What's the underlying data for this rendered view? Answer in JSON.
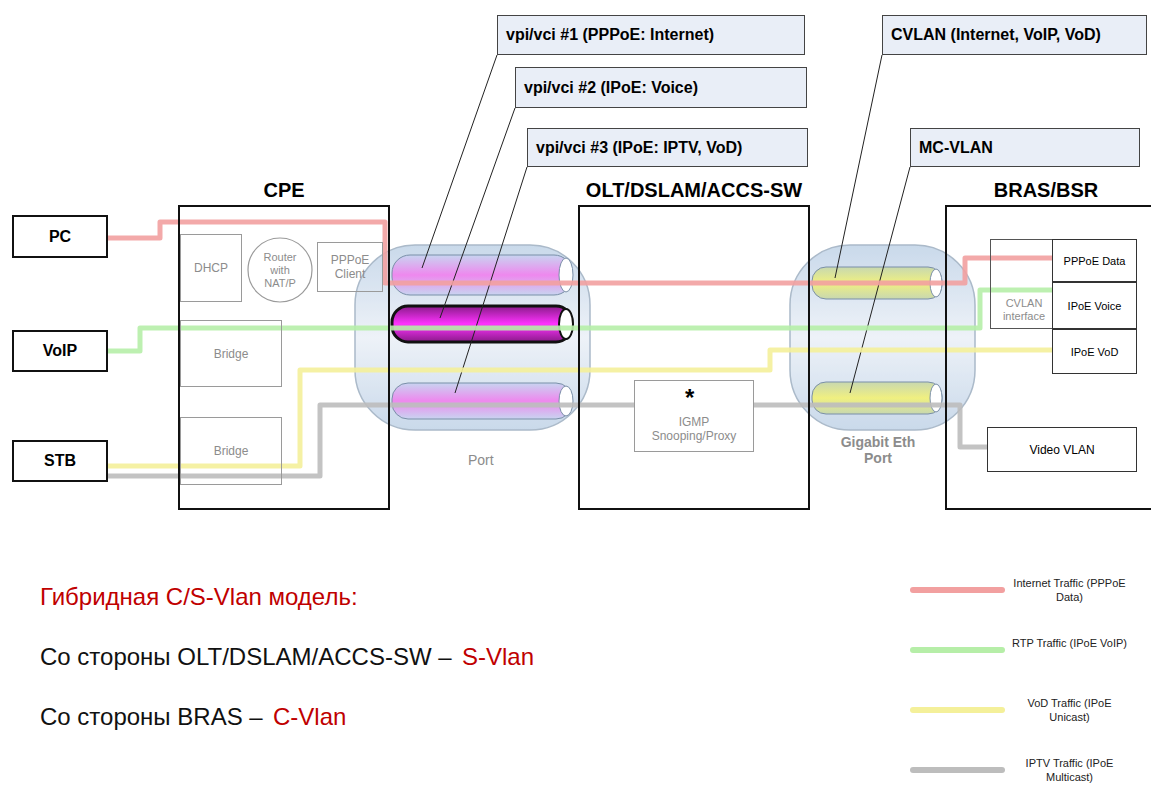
{
  "diagram": {
    "nodes": [
      {
        "text": [
          "vpi/vci #1 (PPPoE: Internet)"
        ]
      },
      {
        "text": [
          "CVLAN (Internet, VoIP, VoD)"
        ]
      },
      {
        "text": [
          "vpi/vci #2 (IPoE: Voice)"
        ]
      },
      {
        "text": [
          "vpi/vci #3 (IPoE: IPTV, VoD)"
        ]
      },
      {
        "text": [
          "MC-VLAN"
        ]
      },
      {
        "text": [
          "PC"
        ]
      },
      {
        "text": [
          "VoIP"
        ]
      },
      {
        "text": [
          "STB"
        ]
      },
      {
        "text": [
          "CPE"
        ]
      },
      {
        "text": [
          "DHCP"
        ],
        "in": 8
      },
      {
        "text": [
          "Router with NAT/P"
        ],
        "in": 8
      },
      {
        "text": [
          "PPPoE Client"
        ],
        "in": 8
      },
      {
        "text": [
          "Bridge"
        ],
        "in": 8
      },
      {
        "text": [
          "Bridge"
        ],
        "in": 8
      },
      {
        "text": [
          "OLT/DSLAM/ACCS-SW"
        ]
      },
      {
        "text": [
          "IGMP Snooping/Proxy"
        ],
        "in": 14
      },
      {
        "text": [
          "BRAS/BSR"
        ]
      },
      {
        "text": [
          "CVLAN interface"
        ],
        "in": 16
      },
      {
        "text": [
          "PPPoE Data"
        ],
        "in": 16
      },
      {
        "text": [
          "IPoE Voice"
        ],
        "in": 16
      },
      {
        "text": [
          "IPoE VoD"
        ],
        "in": 16
      },
      {
        "text": [
          "Video VLAN"
        ],
        "in": 16
      }
    ],
    "edges": [
      {
        "from": 5,
        "to": 18,
        "arrow": "none"
      },
      {
        "from": 6,
        "to": 19,
        "arrow": "none"
      },
      {
        "from": 7,
        "to": 20,
        "arrow": "none"
      },
      {
        "from": 7,
        "to": 15,
        "arrow": "none"
      },
      {
        "from": 15,
        "to": 21,
        "arrow": "none"
      }
    ],
    "labels": [
      "Port",
      "Gigabit Eth Port",
      "*",
      "Гибридная C/S-Vlan модель:",
      "Со стороны OLT/DSLAM/ACCS-SW  –",
      "S-Vlan",
      "Со стороны BRAS  –",
      "C-Vlan"
    ],
    "legend": [
      {
        "text": "Internet Traffic (PPPoE Data)",
        "color": "#f2a0a0"
      },
      {
        "text": "RTP Traffic (IPoE VoIP)",
        "color": "#b6eea8"
      },
      {
        "text": "VoD Traffic (IPoE Unicast)",
        "color": "#f4f09a"
      },
      {
        "text": "IPTV Traffic (IPoE Multicast)",
        "color": "#bdbdbd"
      }
    ]
  }
}
